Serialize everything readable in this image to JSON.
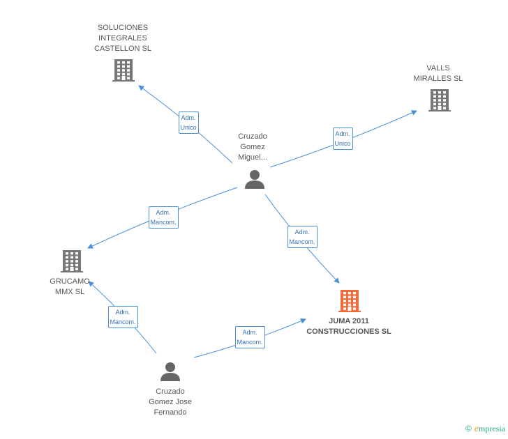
{
  "colors": {
    "edge": "#4a90d9",
    "building": "#777777",
    "main_building": "#f26b3a",
    "person": "#666666"
  },
  "nodes": [
    {
      "id": "soluciones",
      "kind": "company",
      "label": "SOLUCIONES\nINTEGRALES\nCASTELLON SL"
    },
    {
      "id": "valls",
      "kind": "company",
      "label": "VALLS\nMIRALLES SL"
    },
    {
      "id": "cruzado_miguel",
      "kind": "person",
      "label": "Cruzado\nGomez\nMiguel..."
    },
    {
      "id": "grucamo",
      "kind": "company",
      "label": "GRUCAMO\nMMX SL"
    },
    {
      "id": "juma",
      "kind": "main-company",
      "label": "JUMA 2011\nCONSTRUCCIONES SL"
    },
    {
      "id": "cruzado_jose",
      "kind": "person",
      "label": "Cruzado\nGomez Jose\nFernando"
    }
  ],
  "edges": [
    {
      "from": "cruzado_miguel",
      "to": "soluciones",
      "label": "Adm.\nUnico"
    },
    {
      "from": "cruzado_miguel",
      "to": "valls",
      "label": "Adm.\nUnico"
    },
    {
      "from": "cruzado_miguel",
      "to": "grucamo",
      "label": "Adm.\nMancom."
    },
    {
      "from": "cruzado_miguel",
      "to": "juma",
      "label": "Adm.\nMancom."
    },
    {
      "from": "cruzado_jose",
      "to": "grucamo",
      "label": "Adm.\nMancom."
    },
    {
      "from": "cruzado_jose",
      "to": "juma",
      "label": "Adm.\nMancom."
    }
  ],
  "footer": {
    "copyright": "©",
    "brand_e": "e",
    "brand_rest": "mpresia"
  }
}
